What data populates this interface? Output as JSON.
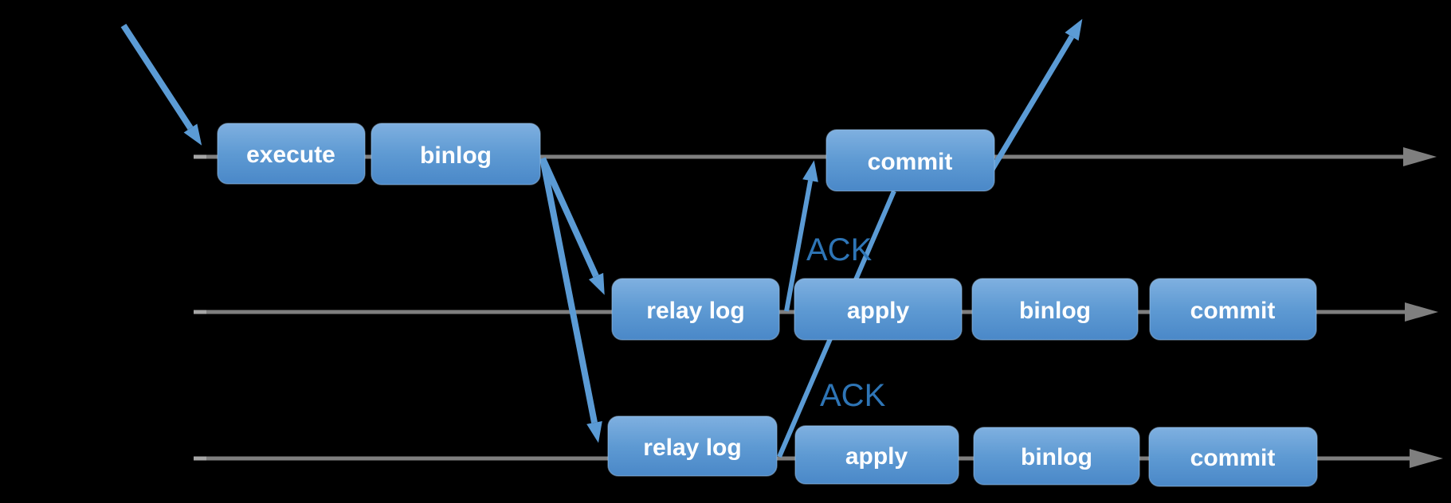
{
  "diagram": {
    "background": "#000000",
    "colors": {
      "box_gradient_top": "#7FB0E0",
      "box_gradient_mid": "#5E9AD3",
      "box_gradient_bottom": "#4A88C8",
      "box_border": "#9DC3E6",
      "box_text": "#FFFFFF",
      "timeline": "#7F7F7F",
      "timeline_start": "#A6A6A6",
      "arrow": "#5B9BD5",
      "ack_text": "#2E75B6"
    },
    "rows": [
      {
        "boxes": [
          "execute",
          "binlog",
          "commit"
        ]
      },
      {
        "boxes": [
          "relay log",
          "apply",
          "binlog",
          "commit"
        ]
      },
      {
        "boxes": [
          "relay log",
          "apply",
          "binlog",
          "commit"
        ]
      }
    ],
    "ack_labels": [
      "ACK",
      "ACK"
    ]
  }
}
